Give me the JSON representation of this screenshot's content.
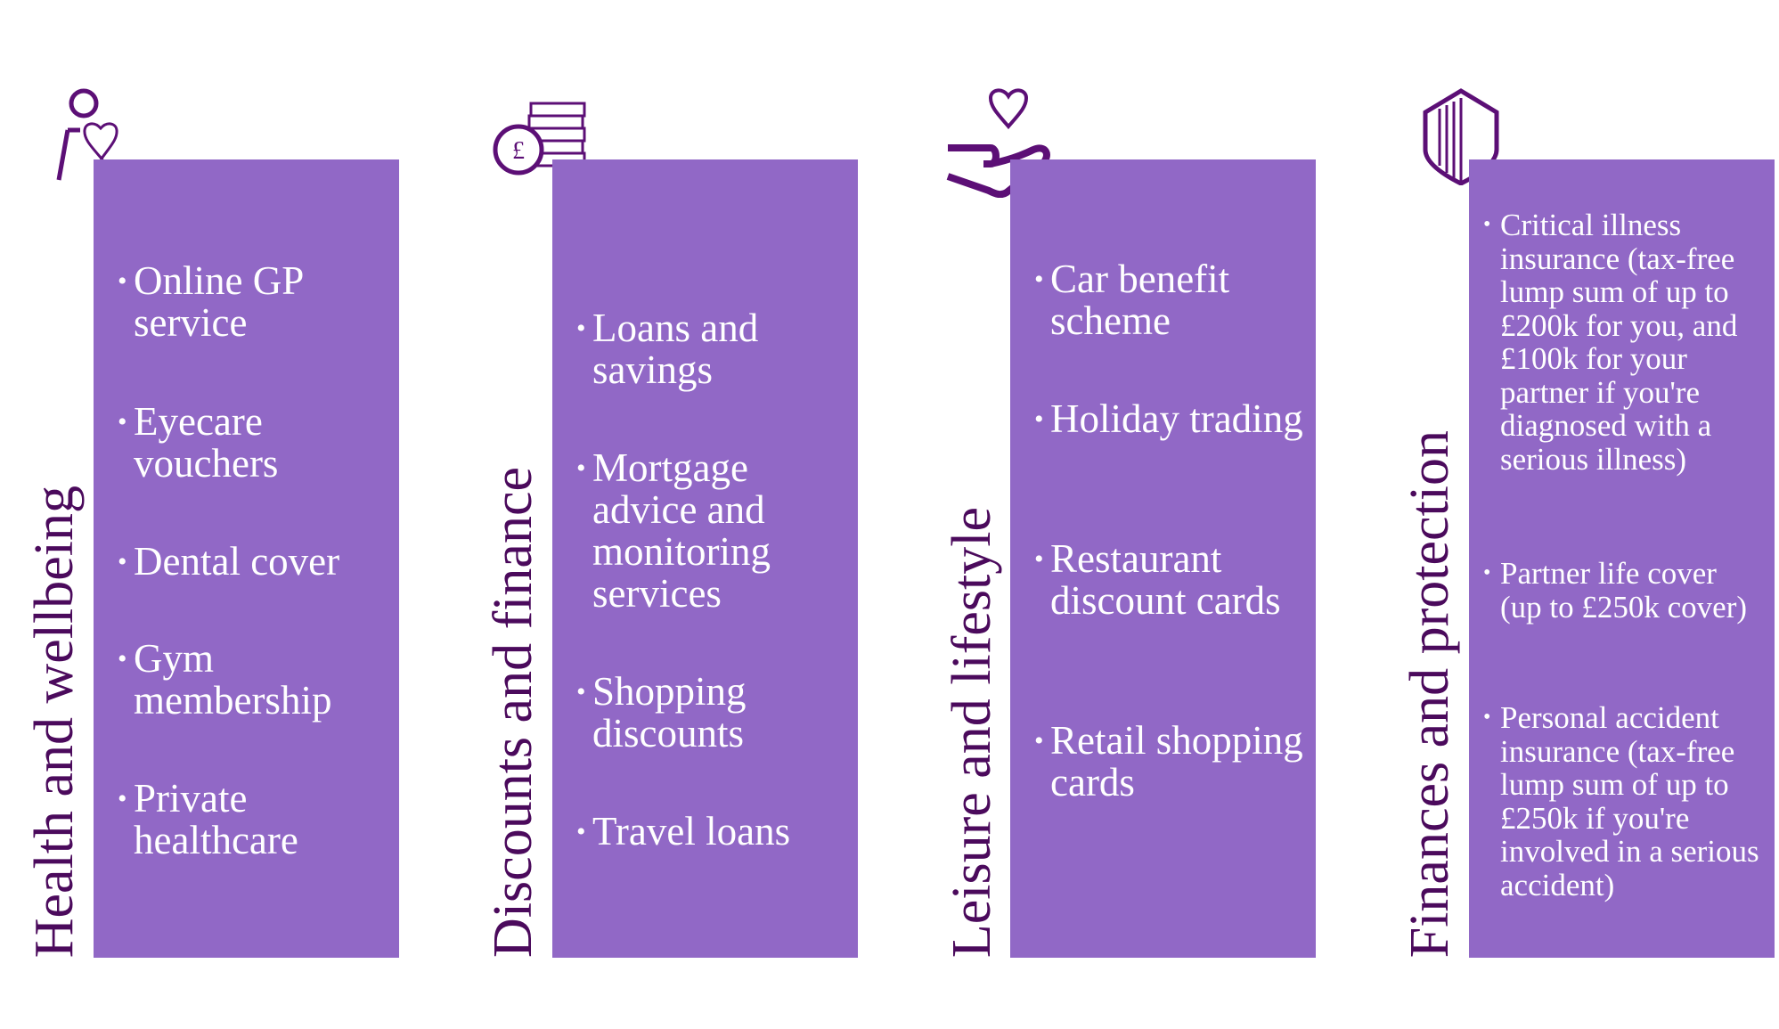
{
  "categories": [
    {
      "title": "Health and wellbeing",
      "icon": "person-heart-icon",
      "items": [
        "Online GP service",
        "Eyecare vouchers",
        "Dental cover",
        "Gym membership",
        "Private healthcare"
      ]
    },
    {
      "title": "Discounts and finance",
      "icon": "pound-coins-icon",
      "items": [
        "Loans and savings",
        "Mortgage advice and monitoring services",
        "Shopping discounts",
        "Travel loans"
      ]
    },
    {
      "title": "Leisure and lifestyle",
      "icon": "hand-heart-icon",
      "items": [
        "Car benefit scheme",
        "Holiday trading",
        "Restaurant discount cards",
        "Retail shopping cards"
      ]
    },
    {
      "title": "Finances and protection",
      "icon": "shield-icon",
      "items": [
        "Critical illness insurance (tax-free lump sum of up to £200k for you, and £100k for your partner if you're diagnosed with a serious illness)",
        "Partner life cover (up to £250k cover)",
        "Personal accident insurance (tax-free lump sum of up to £250k if you're involved in a serious accident)"
      ]
    }
  ],
  "colors": {
    "panel": "#9168c6",
    "accent": "#5c0f76",
    "text": "#ffffff"
  }
}
